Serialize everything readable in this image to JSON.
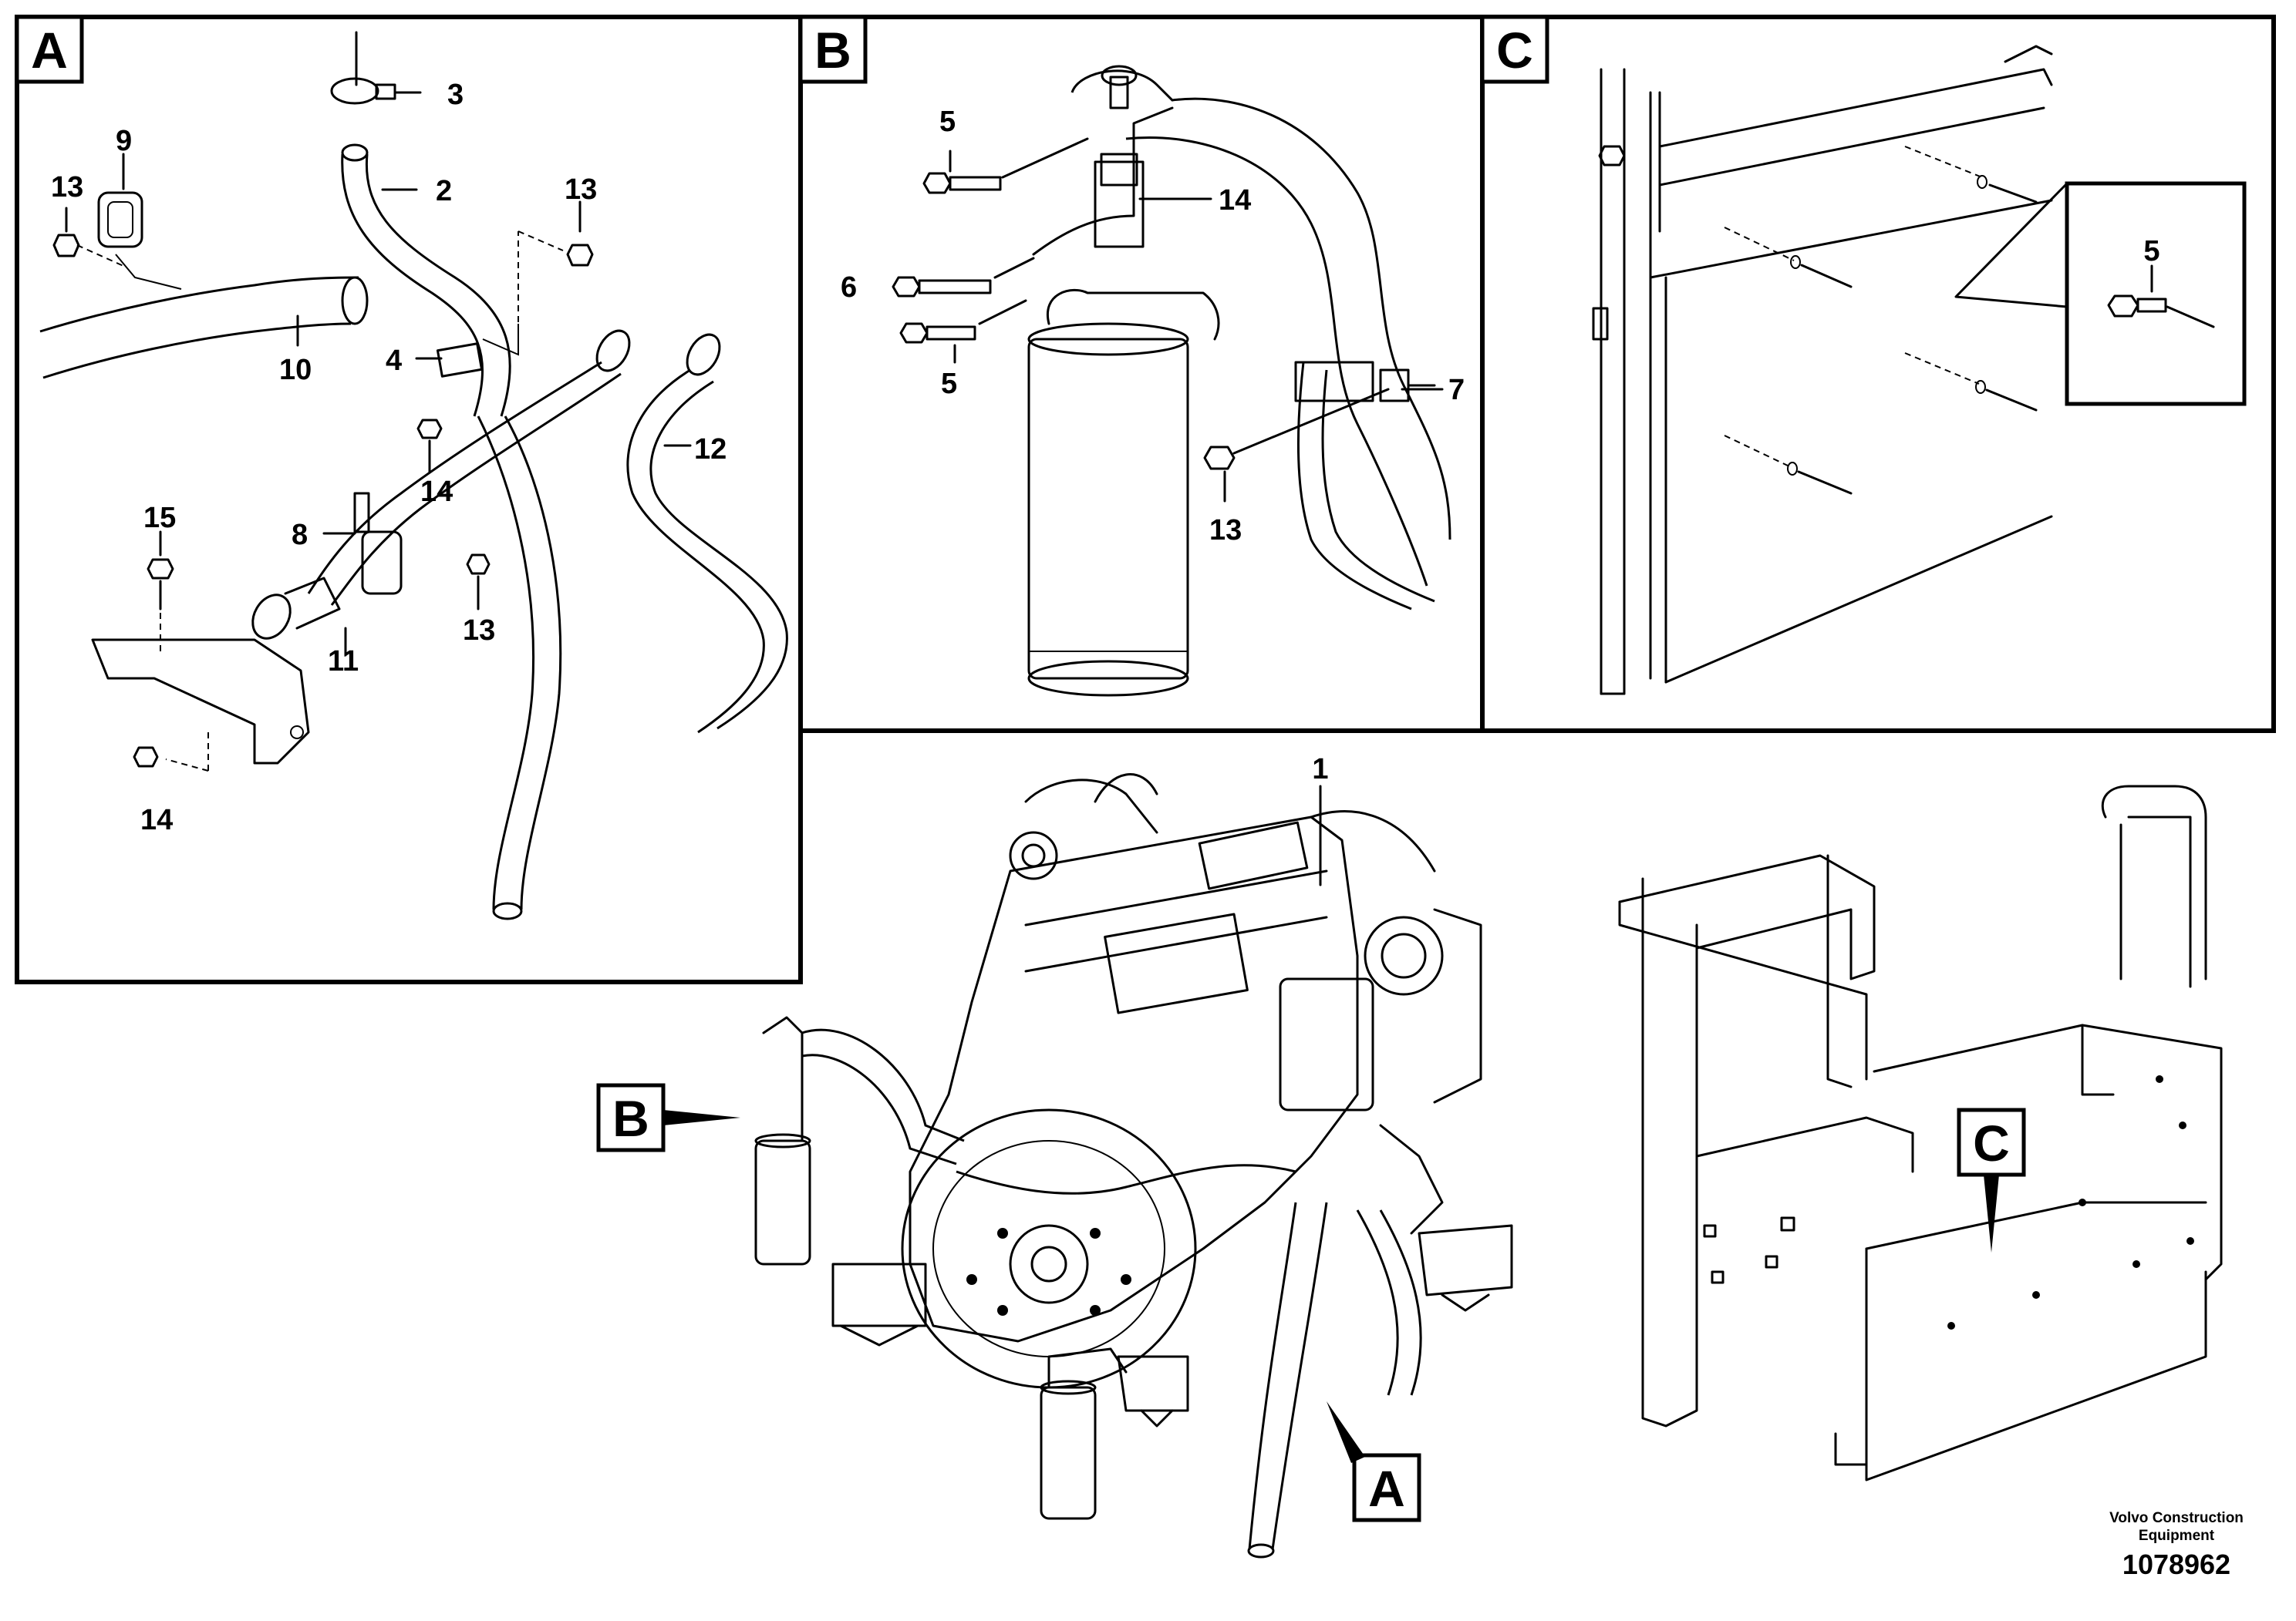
{
  "panels": {
    "a": {
      "label": "A",
      "callouts": [
        "3",
        "2",
        "9",
        "13",
        "13",
        "10",
        "4",
        "14",
        "12",
        "15",
        "8",
        "13",
        "11",
        "14"
      ]
    },
    "b": {
      "label": "B",
      "callouts": [
        "5",
        "14",
        "6",
        "5",
        "7",
        "13"
      ]
    },
    "c": {
      "label": "C",
      "callouts": [
        "5"
      ]
    }
  },
  "main": {
    "callout_engine": "1",
    "tag_a": "A",
    "tag_b": "B",
    "tag_c": "C"
  },
  "footer": {
    "company_line1": "Volvo Construction",
    "company_line2": "Equipment",
    "document_number": "1078962"
  }
}
